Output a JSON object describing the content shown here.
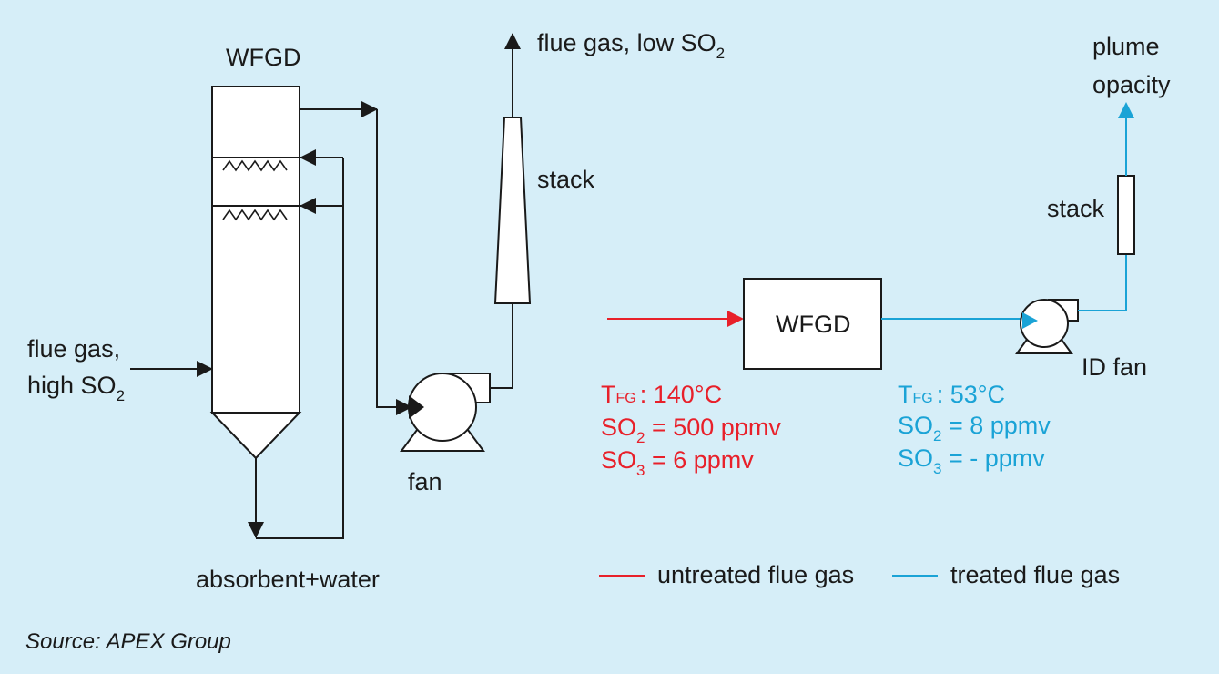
{
  "left": {
    "title": "WFGD",
    "inlet_line1": "flue gas,",
    "inlet_line2_prefix": "high SO",
    "inlet_line2_sub": "2",
    "outlet_prefix": "flue gas, low SO",
    "outlet_sub": "2",
    "stack": "stack",
    "fan": "fan",
    "absorbent": "absorbent+water"
  },
  "right": {
    "box": "WFGD",
    "plume_line1": "plume",
    "plume_line2": "opacity",
    "stack": "stack",
    "id_fan": "ID fan"
  },
  "untreated": {
    "t_prefix": "T",
    "t_sub": "FG",
    "t_value": ": 140°C",
    "so2_prefix": "SO",
    "so2_sub": "2",
    "so2_value": " = 500 ppmv",
    "so3_prefix": "SO",
    "so3_sub": "3",
    "so3_value": " = 6 ppmv",
    "color": "#e8202a"
  },
  "treated": {
    "t_prefix": "T",
    "t_sub": "FG",
    "t_value": ": 53°C",
    "so2_prefix": "SO",
    "so2_sub": "2",
    "so2_value": " = 8 ppmv",
    "so3_prefix": "SO",
    "so3_sub": "3",
    "so3_value": " = - ppmv",
    "color": "#1aa3d6"
  },
  "legend": {
    "untreated": "untreated flue gas",
    "treated": "treated flue gas"
  },
  "source": "Source: APEX Group"
}
